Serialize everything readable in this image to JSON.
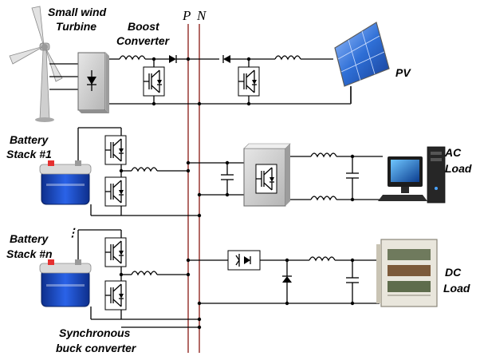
{
  "labels": {
    "wind_line1": "Small wind",
    "wind_line2": "Turbine",
    "boost_line1": "Boost",
    "boost_line2": "Converter",
    "bus_p": "P",
    "bus_n": "N",
    "pv": "PV",
    "bat1_line1": "Battery",
    "bat1_line2": "Stack #1",
    "ac_line1": "AC",
    "ac_line2": "Load",
    "batn_line1": "Battery",
    "batn_line2": "Stack #n",
    "dc_line1": "DC",
    "dc_line2": "Load",
    "sync_line1": "Synchronous",
    "sync_line2": "buck converter",
    "ellipsis": "⋮"
  },
  "colors": {
    "bus": "#a0443f",
    "battery_body": "#1f4fd6",
    "battery_top": "#d9d9d9",
    "battery_terminal": "#e53030",
    "converter_box": "#d0d0d0",
    "pv_panel": "#2f6fd6"
  }
}
